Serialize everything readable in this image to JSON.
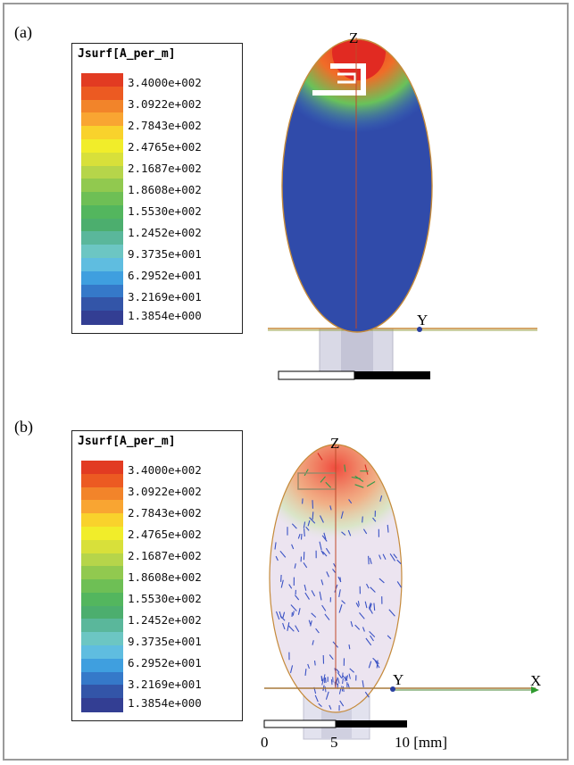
{
  "panels": [
    {
      "tag": "(a)",
      "legend_title": "Jsurf[A_per_m]",
      "legend_values": [
        "3.4000e+002",
        "3.0922e+002",
        "2.7843e+002",
        "2.4765e+002",
        "2.1687e+002",
        "1.8608e+002",
        "1.5530e+002",
        "1.2452e+002",
        "9.3735e+001",
        "6.2952e+001",
        "3.2169e+001",
        "1.3854e+000"
      ],
      "axis_labels": {
        "z": "Z",
        "y": "Y"
      }
    },
    {
      "tag": "(b)",
      "legend_title": "Jsurf[A_per_m]",
      "legend_values": [
        "3.4000e+002",
        "3.0922e+002",
        "2.7843e+002",
        "2.4765e+002",
        "2.1687e+002",
        "1.8608e+002",
        "1.5530e+002",
        "1.2452e+002",
        "9.3735e+001",
        "6.2952e+001",
        "3.2169e+001",
        "1.3854e+000"
      ],
      "axis_labels": {
        "z": "Z",
        "y": "Y",
        "x": "X"
      }
    }
  ],
  "scale_bar": {
    "tick_0": "0",
    "tick_5": "5",
    "tick_10": "10 [mm]"
  },
  "colormap": [
    "#e23b22",
    "#ec5a22",
    "#f2842a",
    "#f9a532",
    "#f9d22c",
    "#f1ed2a",
    "#d8e03a",
    "#b6d54a",
    "#91c94f",
    "#6ebf55",
    "#53b65e",
    "#4cae6e",
    "#5ab79b",
    "#6cc6c3",
    "#5fbde0",
    "#3f9fdf",
    "#3579c9",
    "#3355a8",
    "#333e93"
  ]
}
